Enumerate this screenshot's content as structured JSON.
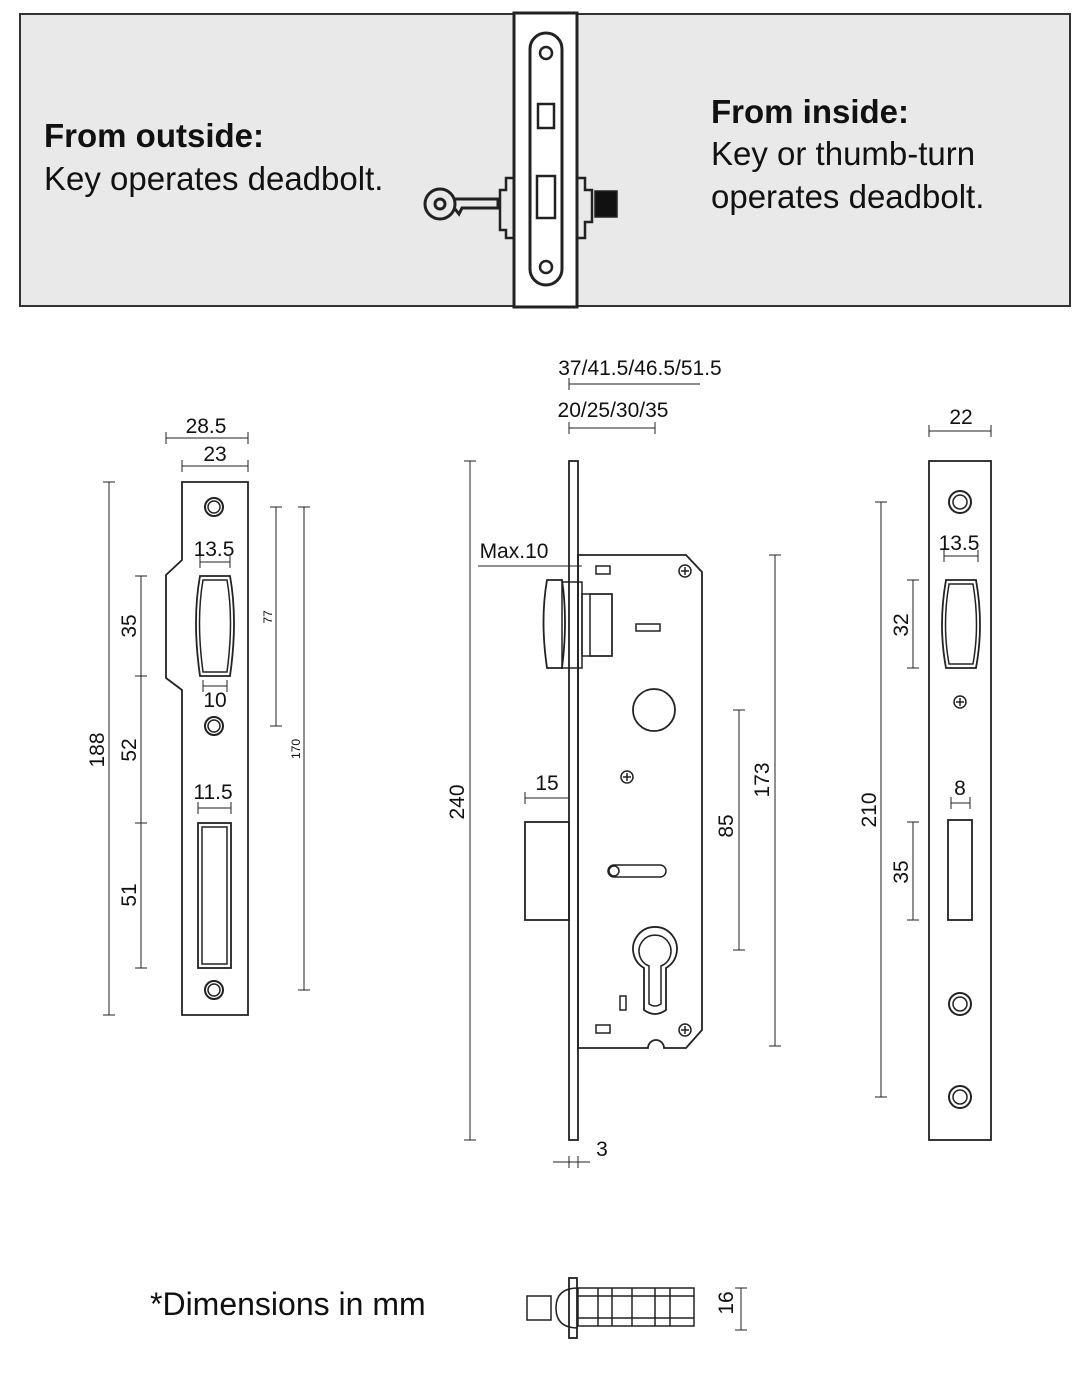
{
  "outside": {
    "title": "From outside:",
    "text": "Key operates deadbolt."
  },
  "inside": {
    "title": "From inside:",
    "line1": "Key or thumb-turn",
    "line2": "operates deadbolt."
  },
  "note": "*Dimensions in mm",
  "dims": {
    "strike_left": {
      "w_outer": "28.5",
      "w_inner": "23",
      "slot1_w": "13.5",
      "neck_w": "10",
      "slot2_w": "11.5",
      "v35": "35",
      "v52": "52",
      "v51": "51",
      "h188": "188",
      "v77": "77",
      "v170": "170"
    },
    "body": {
      "backset_range": "37/41.5/46.5/51.5",
      "backset_small": "20/25/30/35",
      "max10": "Max.10",
      "bolt15": "15",
      "h240": "240",
      "v85": "85",
      "v173": "173",
      "plate3": "3"
    },
    "strike_right": {
      "w22": "22",
      "slot_w": "13.5",
      "v32": "32",
      "slot2_w": "8",
      "v35": "35",
      "h210": "210"
    },
    "bottom": {
      "h16": "16"
    }
  }
}
